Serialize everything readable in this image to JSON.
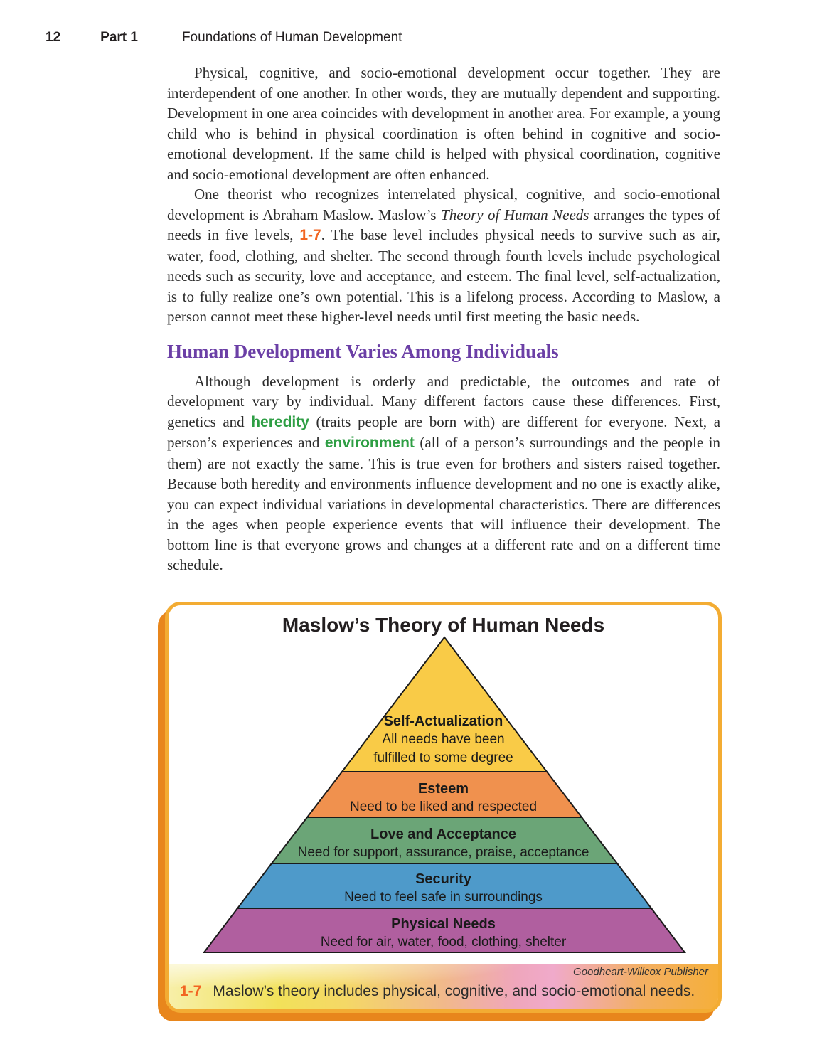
{
  "header": {
    "page_number": "12",
    "part_label": "Part 1",
    "part_title": "Foundations of Human Development"
  },
  "paragraph1": {
    "text": "Physical, cognitive, and socio-emotional development occur together. They are interdependent of one another. In other words, they are mutually dependent and supporting. Development in one area coincides with development in another area. For example, a young child who is behind in physical coordination is often behind in cognitive and socio-emotional development. If the same child is helped with physical coordination, cognitive and socio-emotional development are often enhanced."
  },
  "paragraph2": {
    "before": "One theorist who recognizes interrelated physical, cognitive, and socio-emotional development is Abraham Maslow. Maslow’s ",
    "italic": "Theory of Human Needs",
    "mid": " arranges the types of needs in five levels, ",
    "figref": "1-7",
    "after": ". The base level includes physical needs to survive such as air, water, food, clothing, and shelter. The second through fourth levels include psychological needs such as security, love and acceptance, and esteem. The final level, self-actualization, is to fully realize one’s own potential. This is a lifelong process. According to Maslow, a person cannot meet these higher-level needs until first meeting the basic needs."
  },
  "section": {
    "heading": "Human Development Varies Among Individuals"
  },
  "paragraph3": {
    "before": "Although development is orderly and predictable, the outcomes and rate of development vary by individual. Many different factors cause these differences. First, genetics and ",
    "term1": "heredity",
    "mid1": " (traits people are born with) are different for everyone. Next, a person’s experiences and ",
    "term2": "environment",
    "after": " (all of a person’s surroundings and the people in them) are not exactly the same. This is true even for brothers and sisters raised together. Because both heredity and environments influence development and no one is exactly alike, you can expect individual variations in developmental characteristics. There are differences in the ages when people experience events that will influence their development. The bottom line is that everyone grows and changes at a different rate and on a different time schedule."
  },
  "figure": {
    "title": "Maslow’s Theory of Human Needs",
    "credit": "Goodheart-Willcox Publisher",
    "caption_ref": "1-7",
    "caption": "Maslow’s theory includes physical, cognitive, and socio-emotional needs.",
    "border_color": "#F3AC33",
    "shadow_color": "#E8861C",
    "levels": [
      {
        "name": "Self-Actualization",
        "description": "All needs have been fulfilled to some degree",
        "color": "#F9CB47"
      },
      {
        "name": "Esteem",
        "description": "Need to be liked and respected",
        "color": "#F0914E"
      },
      {
        "name": "Love and Acceptance",
        "description": "Need for support, assurance, praise, acceptance",
        "color": "#6BA577"
      },
      {
        "name": "Security",
        "description": "Need to feel safe in surroundings",
        "color": "#4E9ACA"
      },
      {
        "name": "Physical Needs",
        "description": "Need for air, water, food, clothing, shelter",
        "color": "#B05F9F"
      }
    ]
  }
}
